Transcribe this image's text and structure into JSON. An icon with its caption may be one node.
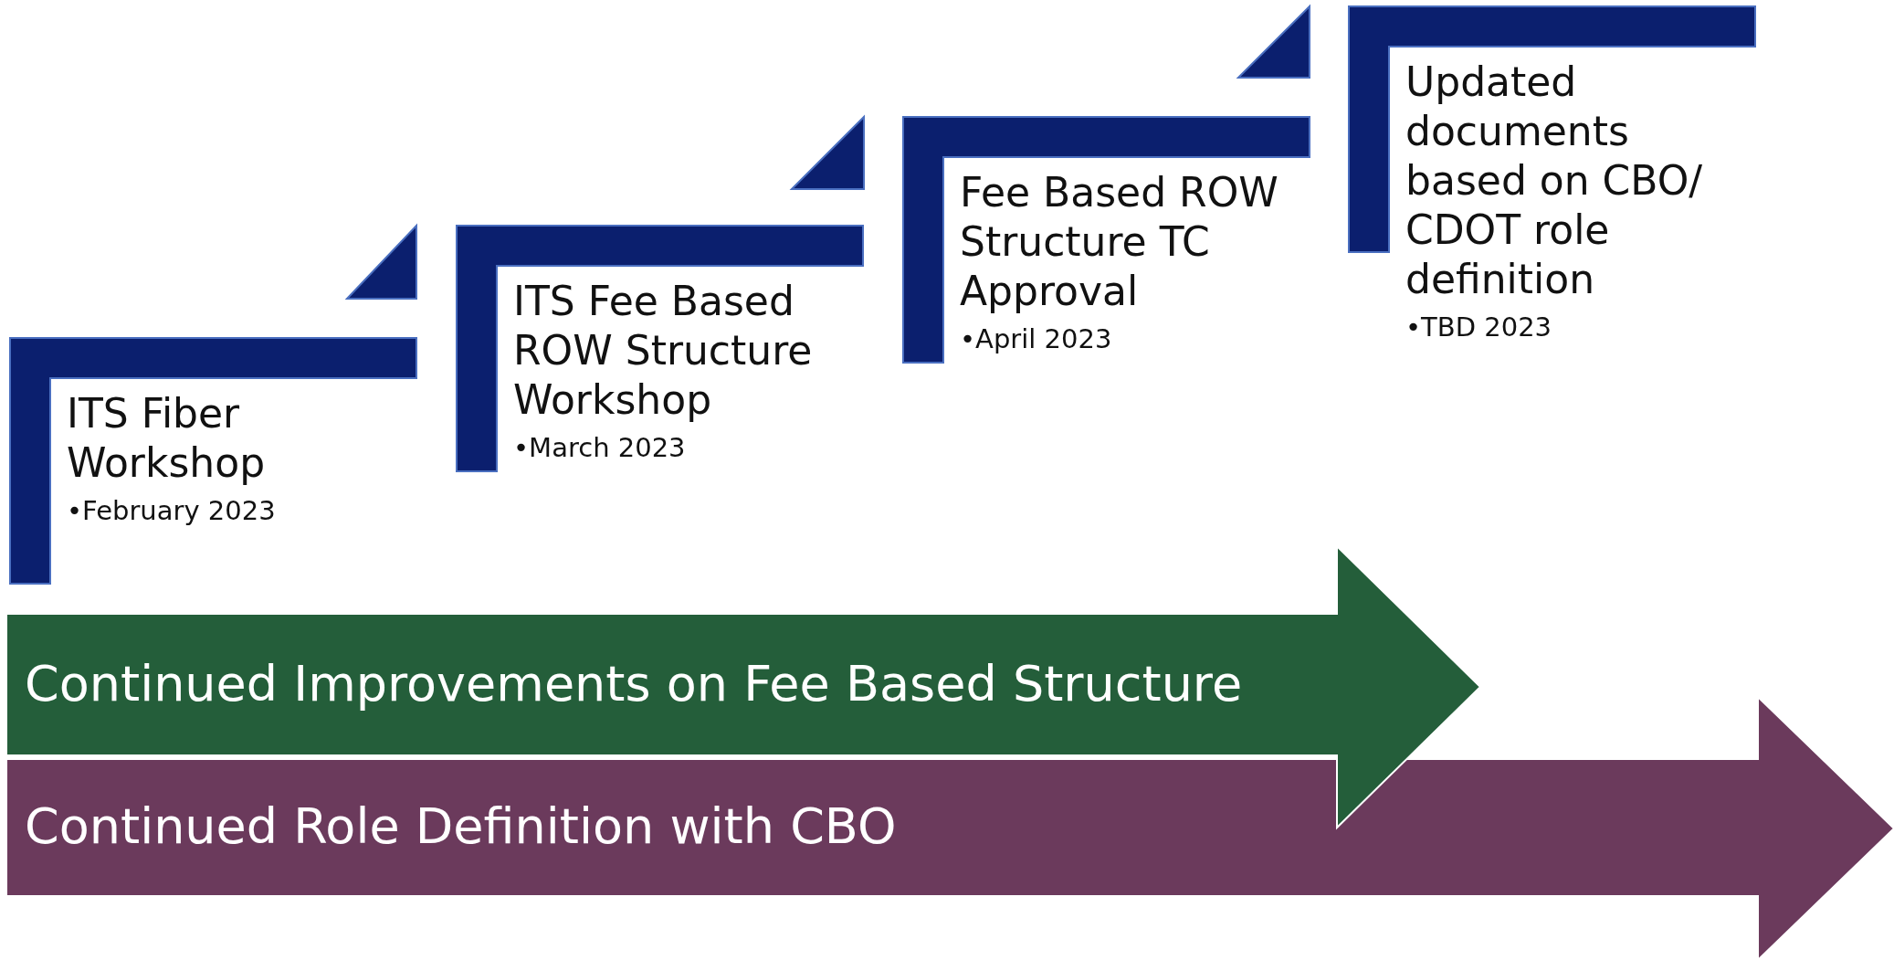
{
  "diagram": {
    "nodes": [
      {
        "text": [
          "ITS Fiber Workshop",
          "•February 2023"
        ]
      },
      {
        "text": [
          "ITS Fee Based ROW Structure Workshop",
          "•March 2023"
        ]
      },
      {
        "text": [
          "Fee Based ROW Structure TC Approval",
          "•April 2023"
        ]
      },
      {
        "text": [
          "Updated documents based on CBO/ CDOT role definition",
          "•TBD 2023"
        ]
      },
      {
        "text": [
          "Continued Improvements on Fee Based Structure"
        ]
      },
      {
        "text": [
          "Continued Role Definition with CBO"
        ]
      },
      {
        "text": [],
        "shape": "triangle"
      },
      {
        "text": [],
        "shape": "triangle"
      },
      {
        "text": [],
        "shape": "triangle"
      }
    ],
    "edges": []
  }
}
